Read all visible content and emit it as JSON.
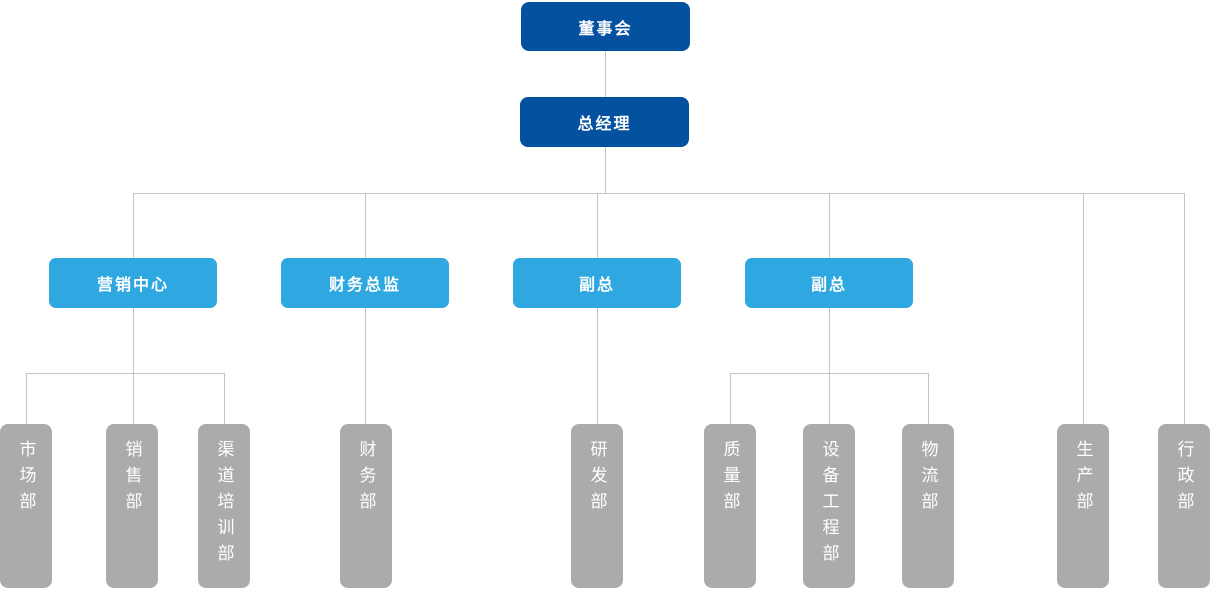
{
  "diagram": {
    "type": "org-chart",
    "colors": {
      "level1_box": "#0451a0",
      "level2_box": "#2fa7e0",
      "department_box": "#ababab",
      "connector_line": "#c4c4c4",
      "box_text": "#ffffff",
      "background": "#ffffff"
    },
    "nodes": {
      "board": {
        "label": "董事会",
        "level": 1
      },
      "general_manager": {
        "label": "总经理",
        "level": 1,
        "parent": "董事会"
      },
      "marketing_center": {
        "label": "营销中心",
        "level": 2,
        "parent": "总经理"
      },
      "finance_director": {
        "label": "财务总监",
        "level": 2,
        "parent": "总经理"
      },
      "vp1": {
        "label": "副总",
        "level": 2,
        "parent": "总经理"
      },
      "vp2": {
        "label": "副总",
        "level": 2,
        "parent": "总经理"
      }
    },
    "departments": [
      {
        "label": "市场部",
        "parent": "营销中心"
      },
      {
        "label": "销售部",
        "parent": "营销中心"
      },
      {
        "label": "渠道培训部",
        "parent": "营销中心"
      },
      {
        "label": "财务部",
        "parent": "财务总监"
      },
      {
        "label": "研发部",
        "parent": "副总"
      },
      {
        "label": "质量部",
        "parent": "副总"
      },
      {
        "label": "设备工程部",
        "parent": "副总"
      },
      {
        "label": "物流部",
        "parent": "副总"
      },
      {
        "label": "生产部",
        "parent": "总经理"
      },
      {
        "label": "行政部",
        "parent": "总经理"
      }
    ]
  }
}
